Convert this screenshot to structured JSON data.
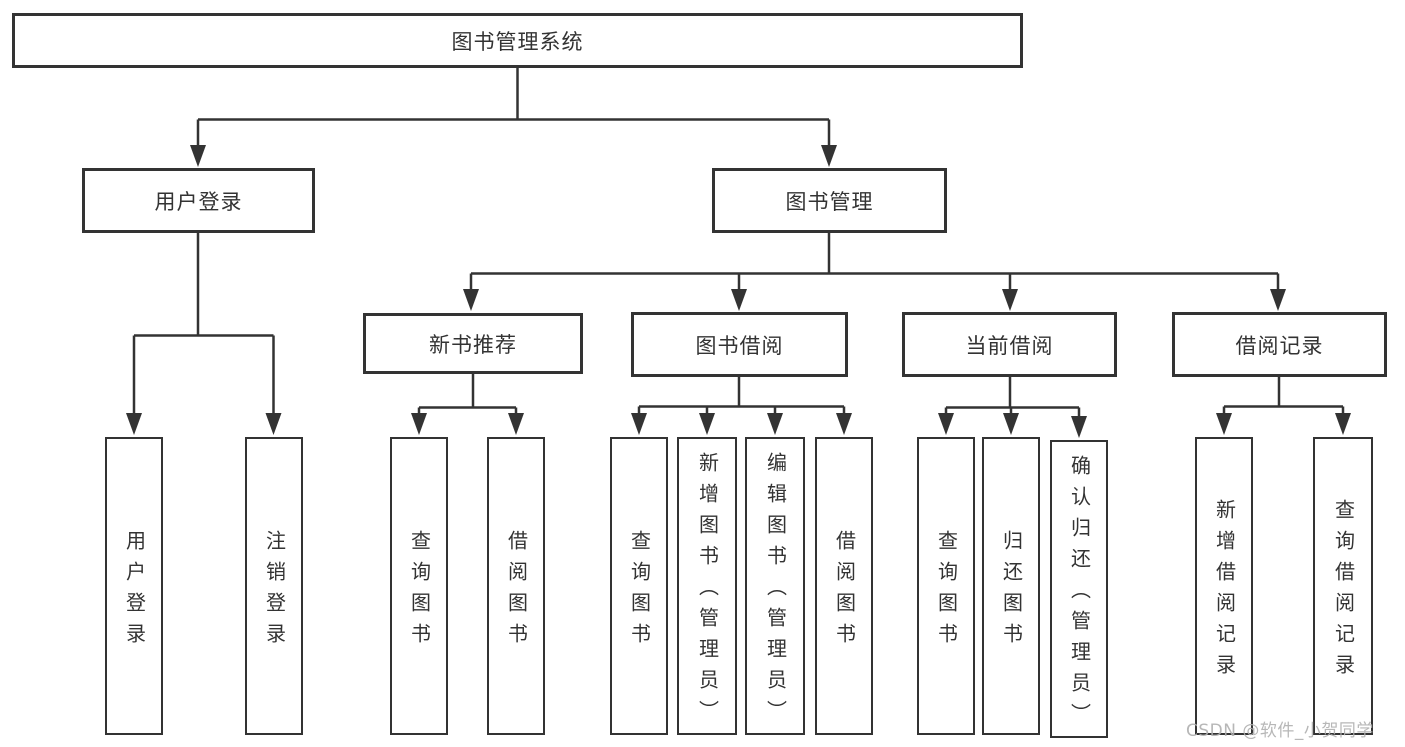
{
  "diagram_title": "图书管理系统",
  "colors": {
    "line": "#333333",
    "text": "#333333",
    "box_background": "#ffffff",
    "page_background": "#ffffff",
    "watermark": "#b0b0b0"
  },
  "tree": {
    "root": {
      "label": "图书管理系统",
      "children": [
        {
          "label": "用户登录",
          "children": [
            {
              "label": "用户登录"
            },
            {
              "label": "注销登录"
            }
          ]
        },
        {
          "label": "图书管理",
          "children": [
            {
              "label": "新书推荐",
              "children": [
                {
                  "label": "查询图书"
                },
                {
                  "label": "借阅图书"
                }
              ]
            },
            {
              "label": "图书借阅",
              "children": [
                {
                  "label": "查询图书"
                },
                {
                  "label": "新增图书（管理员）"
                },
                {
                  "label": "编辑图书（管理员）"
                },
                {
                  "label": "借阅图书"
                }
              ]
            },
            {
              "label": "当前借阅",
              "children": [
                {
                  "label": "查询图书"
                },
                {
                  "label": "归还图书"
                },
                {
                  "label": "确认归还（管理员）"
                }
              ]
            },
            {
              "label": "借阅记录",
              "children": [
                {
                  "label": "新增借阅记录"
                },
                {
                  "label": "查询借阅记录"
                }
              ]
            }
          ]
        }
      ]
    }
  },
  "watermark": {
    "text": "CSDN @软件_小贺同学"
  }
}
